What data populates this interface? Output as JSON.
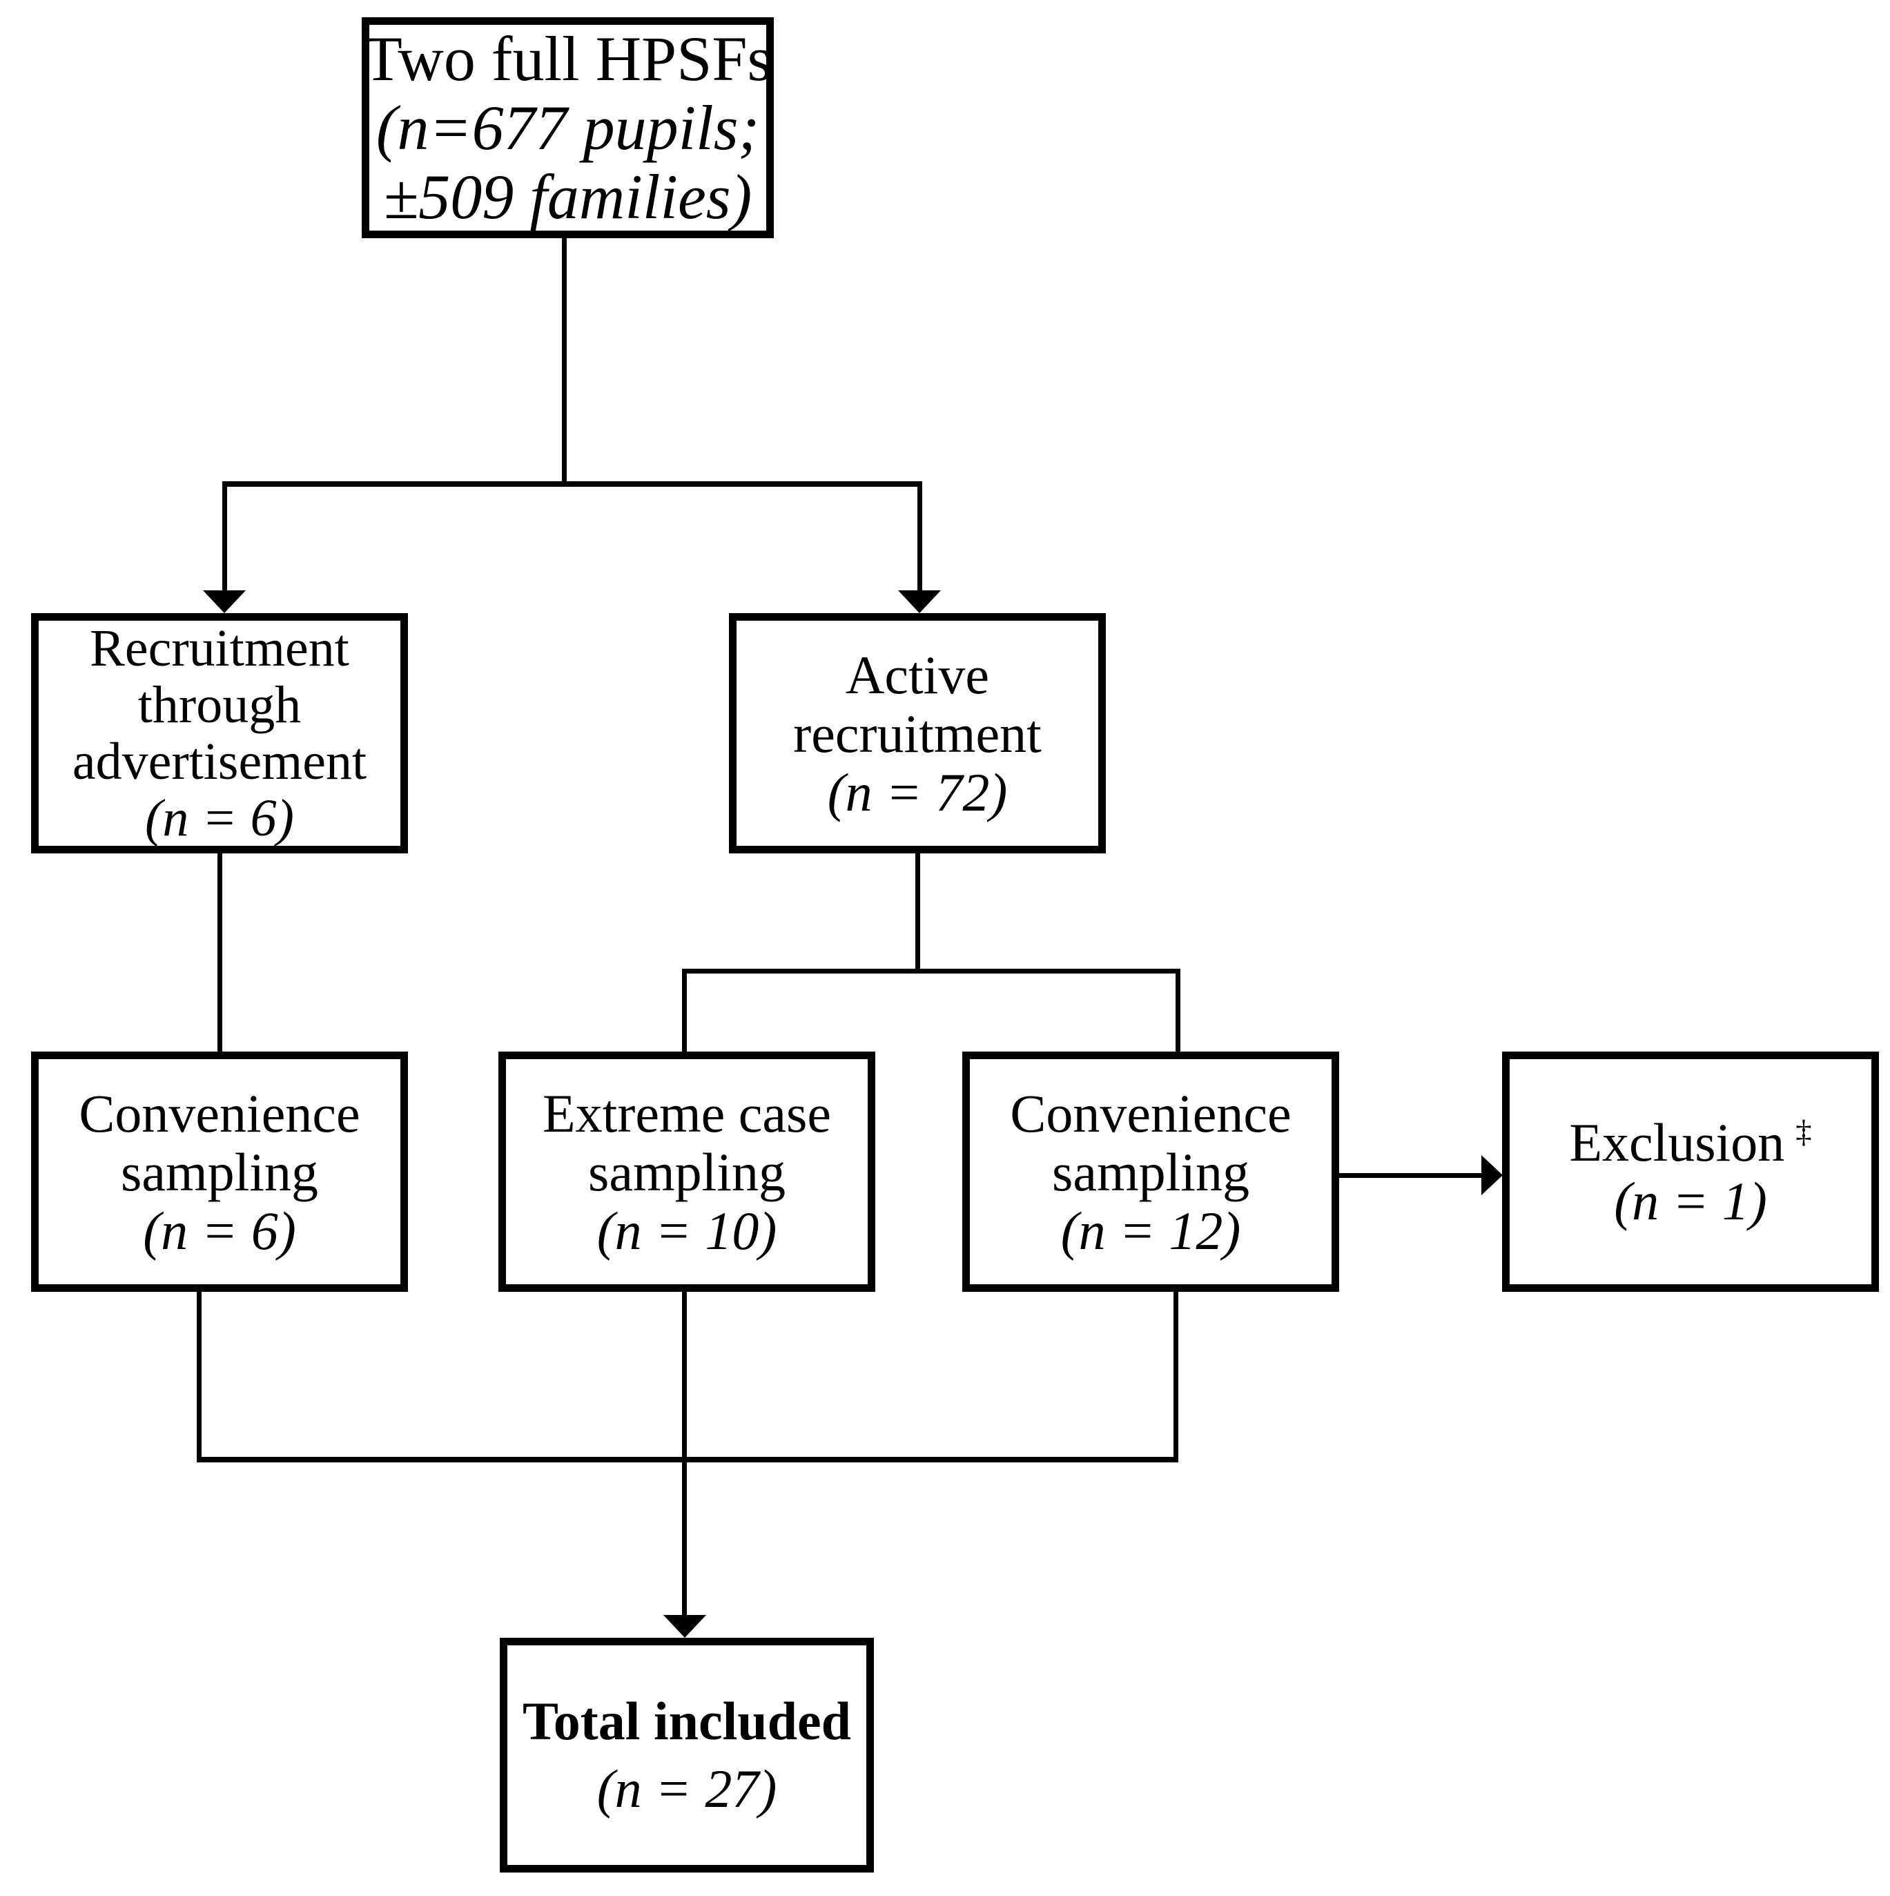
{
  "colors": {
    "background": "#ffffff",
    "line": "#000000",
    "text": "#000000"
  },
  "nodes": {
    "source": {
      "line1": "Two full HPSFs",
      "line2": "(n=677 pupils;",
      "line3": "±509 families)"
    },
    "advertisement": {
      "line1": "Recruitment",
      "line2": "through",
      "line3": "advertisement",
      "n": "(n = 6)"
    },
    "active": {
      "line1": "Active",
      "line2": "recruitment",
      "n": "(n = 72)"
    },
    "convenience_left": {
      "line1": "Convenience",
      "line2": "sampling",
      "n": "(n = 6)"
    },
    "extreme_case": {
      "line1": "Extreme case",
      "line2": "sampling",
      "n": "(n = 10)"
    },
    "convenience_right": {
      "line1": "Convenience",
      "line2": "sampling",
      "n": "(n = 12)"
    },
    "exclusion": {
      "line1": "Exclusion",
      "footnote_mark": "‡",
      "n": "(n = 1)"
    },
    "total": {
      "line1": "Total included",
      "n": "(n = 27)"
    }
  },
  "edges": [
    {
      "from": "source",
      "to": "advertisement",
      "arrow": true
    },
    {
      "from": "source",
      "to": "active",
      "arrow": true
    },
    {
      "from": "advertisement",
      "to": "convenience_left",
      "arrow": false
    },
    {
      "from": "active",
      "to": "extreme_case",
      "arrow": false
    },
    {
      "from": "active",
      "to": "convenience_right",
      "arrow": false
    },
    {
      "from": "convenience_right",
      "to": "exclusion",
      "arrow": true
    },
    {
      "from": "convenience_left",
      "to": "total",
      "arrow": true,
      "via": "merge-junction"
    },
    {
      "from": "extreme_case",
      "to": "total",
      "arrow": true,
      "via": "merge-junction"
    },
    {
      "from": "convenience_right",
      "to": "total",
      "arrow": true,
      "via": "merge-junction"
    }
  ]
}
